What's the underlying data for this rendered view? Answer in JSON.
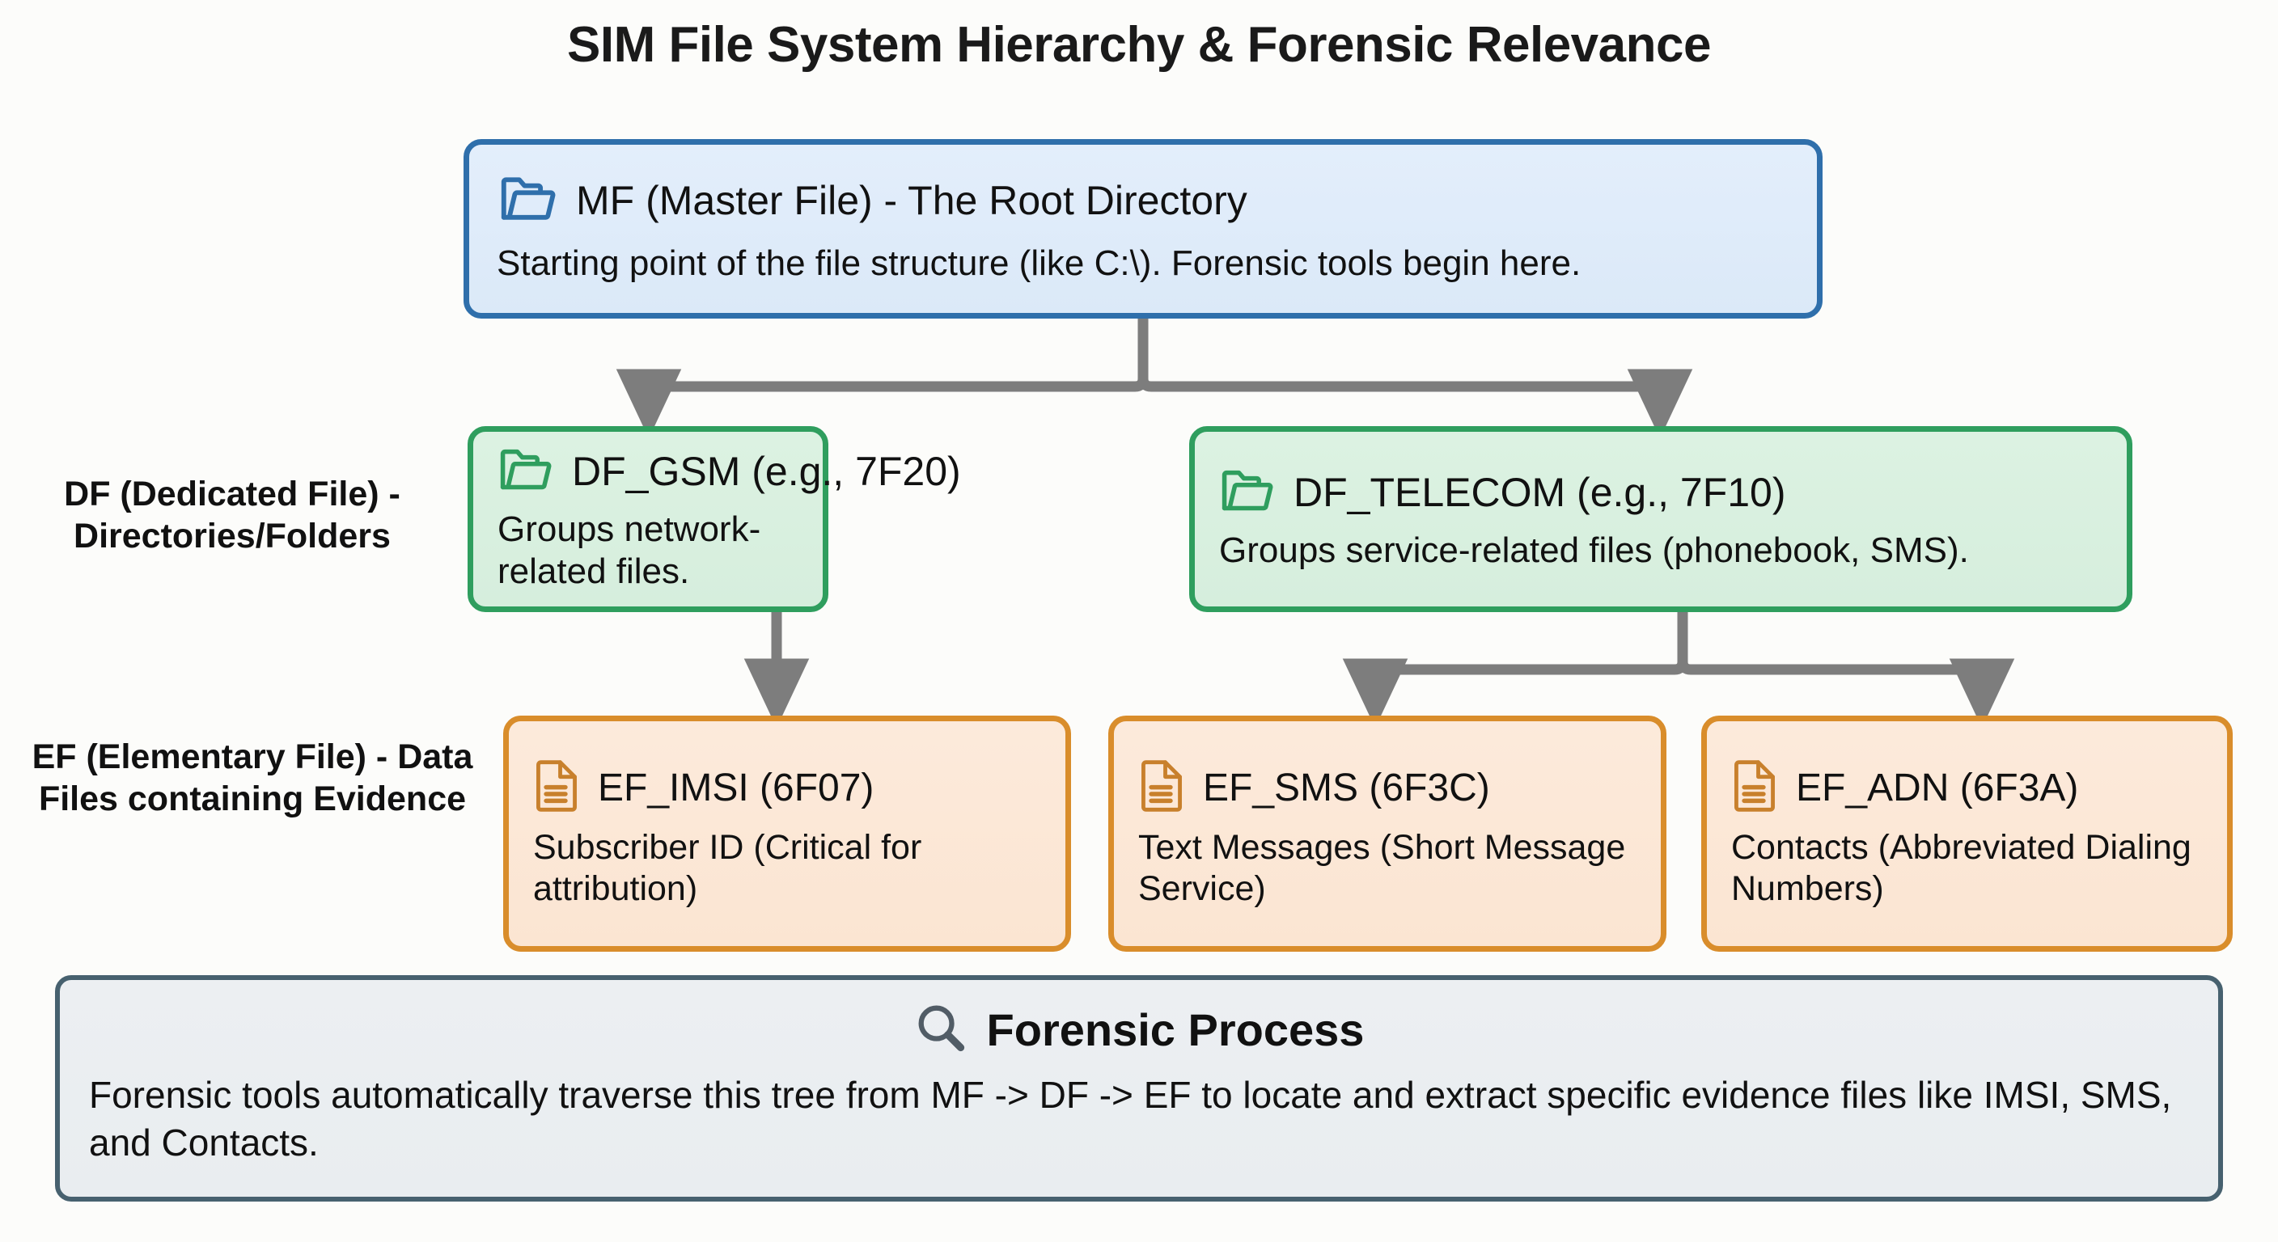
{
  "page": {
    "title": "SIM File System Hierarchy & Forensic Relevance",
    "background_color": "#fcfcfa"
  },
  "colors": {
    "mf_border": "#2f6fab",
    "mf_fill": "#dde9f8",
    "df_border": "#2f9e5e",
    "df_fill": "#d8efdf",
    "ef_border": "#d98d2b",
    "ef_fill": "#fbe6d4",
    "footer_border": "#47616f",
    "footer_fill": "#eaeef1",
    "connector": "#7d7d7d",
    "text": "#111111"
  },
  "row_labels": {
    "df": "DF (Dedicated File) - Directories/Folders",
    "ef": "EF (Elementary File) - Data Files containing Evidence"
  },
  "nodes": {
    "mf": {
      "icon": "folder-icon",
      "title": "MF (Master File) - The Root Directory",
      "description": "Starting point of the file structure (like C:\\). Forensic tools begin here."
    },
    "df_gsm": {
      "icon": "folder-icon",
      "title": "DF_GSM (e.g., 7F20)",
      "description": "Groups network-related files."
    },
    "df_telecom": {
      "icon": "folder-icon",
      "title": "DF_TELECOM (e.g., 7F10)",
      "description": "Groups service-related files (phonebook, SMS)."
    },
    "ef_imsi": {
      "icon": "document-icon",
      "title": "EF_IMSI (6F07)",
      "description": "Subscriber ID (Critical for attribution)"
    },
    "ef_sms": {
      "icon": "document-icon",
      "title": "EF_SMS (6F3C)",
      "description": "Text Messages (Short Message Service)"
    },
    "ef_adn": {
      "icon": "document-icon",
      "title": "EF_ADN (6F3A)",
      "description": "Contacts (Abbreviated Dialing Numbers)"
    }
  },
  "footer": {
    "icon": "magnifier-icon",
    "title": "Forensic Process",
    "description": "Forensic tools automatically traverse this tree from MF -> DF -> EF to locate and extract specific evidence files like IMSI, SMS, and Contacts."
  },
  "edges": [
    {
      "from": "mf",
      "to": "df_gsm"
    },
    {
      "from": "mf",
      "to": "df_telecom"
    },
    {
      "from": "df_gsm",
      "to": "ef_imsi"
    },
    {
      "from": "df_telecom",
      "to": "ef_sms"
    },
    {
      "from": "df_telecom",
      "to": "ef_adn"
    }
  ]
}
